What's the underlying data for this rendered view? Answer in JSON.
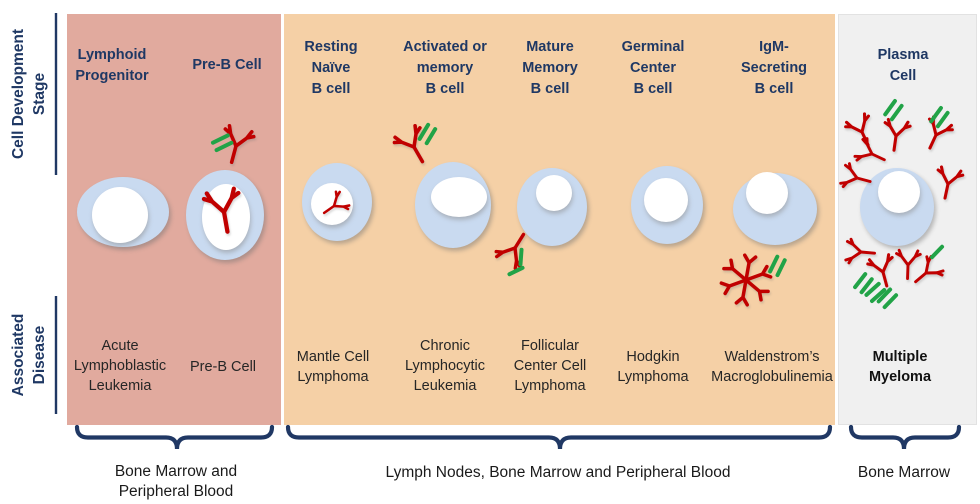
{
  "sidebar": {
    "stage_axis_label": "Cell Development\nStage",
    "disease_axis_label": "Associated\nDisease"
  },
  "stages": [
    {
      "label": "Lymphoid\nProgenitor"
    },
    {
      "label": "Pre-B Cell"
    },
    {
      "label": "Resting\nNaïve\nB cell"
    },
    {
      "label": "Activated or\nmemory\nB cell"
    },
    {
      "label": "Mature\nMemory\nB cell"
    },
    {
      "label": "Germinal\nCenter\nB cell"
    },
    {
      "label": "IgM-\nSecreting\nB cell"
    },
    {
      "label": "Plasma\nCell"
    }
  ],
  "diseases": [
    {
      "label": "Acute\nLymphoblastic\nLeukemia"
    },
    {
      "label": "Pre-B Cell"
    },
    {
      "label": "Mantle Cell\nLymphoma"
    },
    {
      "label": "Chronic\nLymphocytic\nLeukemia"
    },
    {
      "label": "Follicular\nCenter Cell\nLymphoma"
    },
    {
      "label": "Hodgkin\nLymphoma"
    },
    {
      "label": "Waldenstrom’s\nMacroglobulinemia"
    },
    {
      "label": "Multiple\nMyeloma"
    }
  ],
  "locations": [
    {
      "label": "Bone Marrow and\nPeripheral Blood"
    },
    {
      "label": "Lymph Nodes, Bone Marrow and Peripheral Blood"
    },
    {
      "label": "Bone Marrow"
    }
  ],
  "colors": {
    "panel_pink": "#E1AA9E",
    "panel_orange": "#F5D0A6",
    "panel_gray": "#F0F0F0",
    "navy_text": "#1F3864",
    "brace": "#203864",
    "disease_text": "#262626",
    "cell_blue": "#C9DAF0",
    "nucleus": "#FFFFFF",
    "antibody_red": "#C00000",
    "antigen_green": "#21A347"
  }
}
